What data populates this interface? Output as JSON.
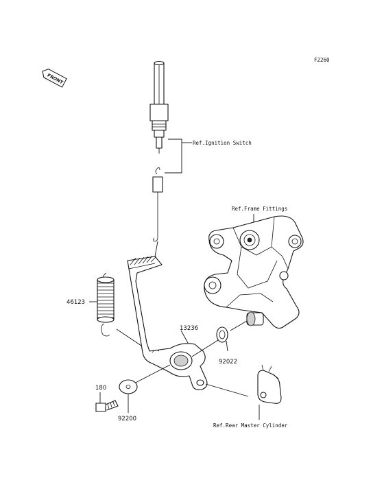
{
  "figure_code": "F2260",
  "front_badge": "FRONT",
  "refs": {
    "ignition_switch": "Ref.Ignition Switch",
    "frame_fittings": "Ref.Frame Fittings",
    "rear_master_cylinder": "Ref.Rear Master Cylinder"
  },
  "parts": {
    "spring": "46123",
    "pedal": "13236",
    "washer_small": "92022",
    "bolt": "180",
    "washer_large": "92200"
  }
}
